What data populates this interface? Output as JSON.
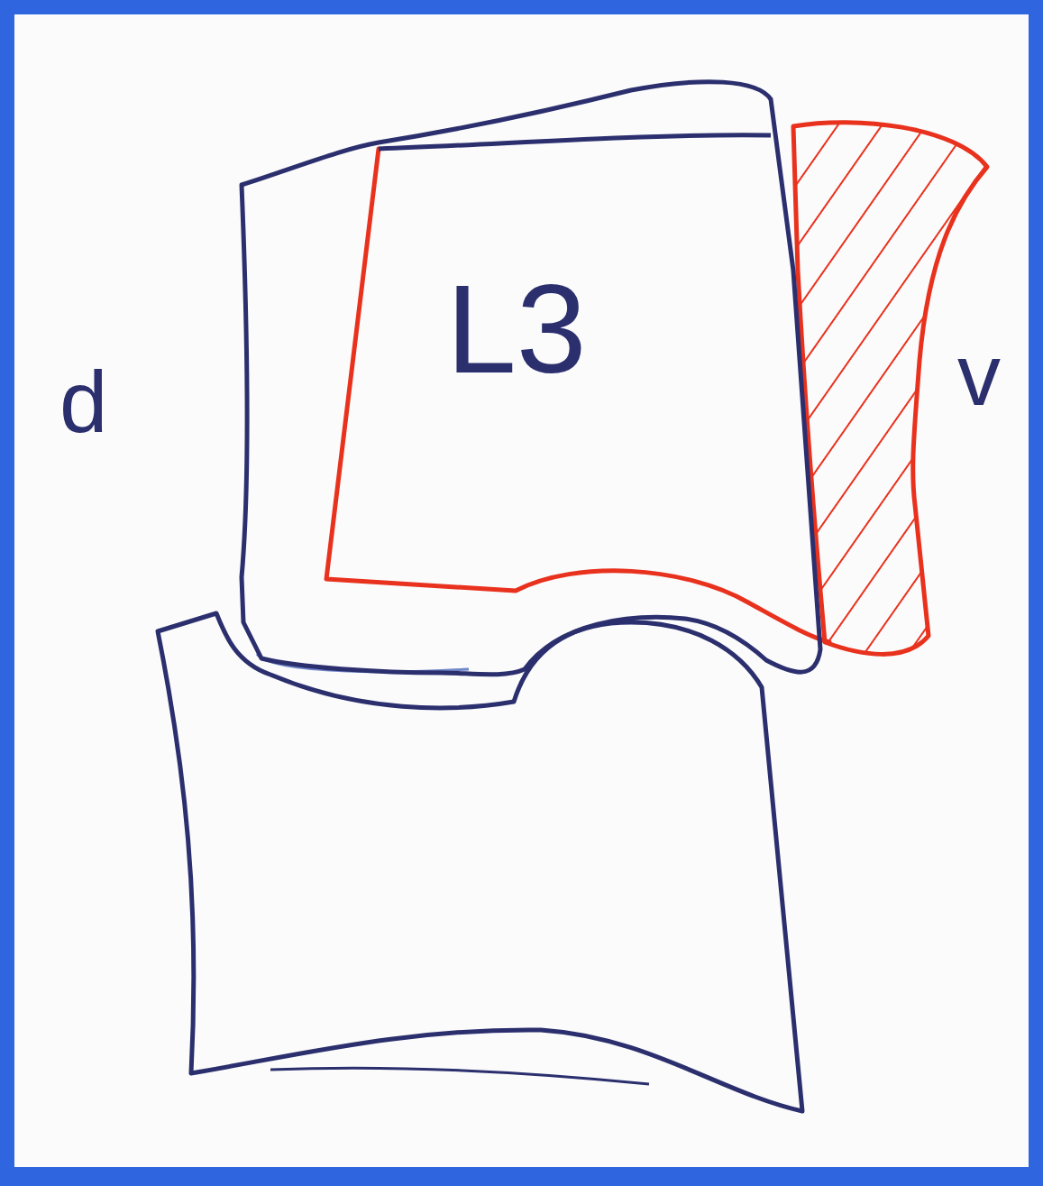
{
  "diagram": {
    "nodes": [
      {
        "text": [
          "L3"
        ]
      }
    ],
    "labels": [
      "d",
      "v"
    ]
  }
}
